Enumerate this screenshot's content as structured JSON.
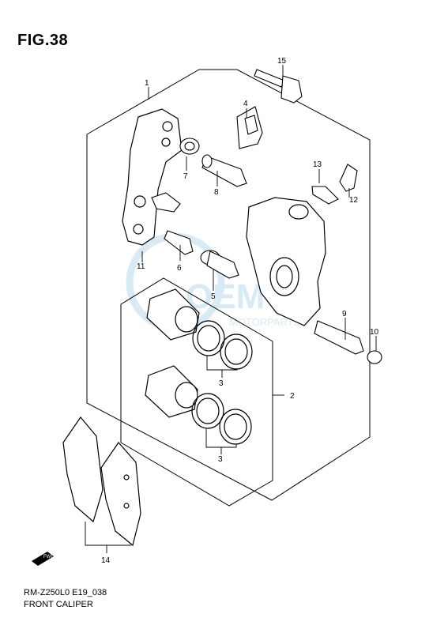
{
  "figure": {
    "title": "FIG.38",
    "code": "RM-Z250L0 E19_038",
    "caption": "FRONT CALIPER"
  },
  "callouts": [
    "1",
    "2",
    "3",
    "3",
    "4",
    "5",
    "6",
    "7",
    "8",
    "9",
    "10",
    "11",
    "12",
    "13",
    "14",
    "15"
  ],
  "watermark": {
    "text": "OEM",
    "subtext": "MOTORPARTS",
    "color": "#cfe6f2"
  },
  "fwd_label": "FWD"
}
